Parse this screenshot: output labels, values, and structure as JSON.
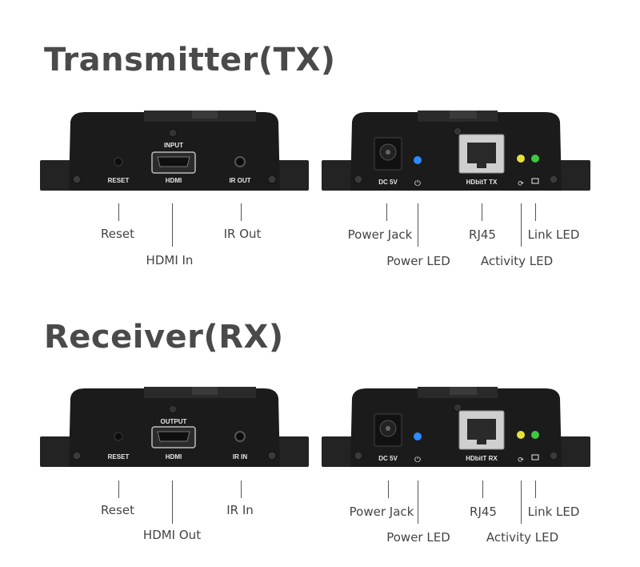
{
  "tx": {
    "title": "Transmitter(TX)",
    "front": {
      "port_top_label": "INPUT",
      "reset_label": "RESET",
      "hdmi_label": "HDMI",
      "ir_label": "IR OUT",
      "callouts": {
        "reset": "Reset",
        "hdmi": "HDMI In",
        "ir": "IR Out"
      }
    },
    "rear": {
      "dc_label": "DC 5V",
      "rj45_label": "HDbitT TX",
      "callouts": {
        "power_jack": "Power Jack",
        "power_led": "Power LED",
        "rj45": "RJ45",
        "activity_led": "Activity LED",
        "link_led": "Link LED"
      }
    }
  },
  "rx": {
    "title": "Receiver(RX)",
    "front": {
      "port_top_label": "OUTPUT",
      "reset_label": "RESET",
      "hdmi_label": "HDMI",
      "ir_label": "IR IN",
      "callouts": {
        "reset": "Reset",
        "hdmi": "HDMI Out",
        "ir": "IR In"
      }
    },
    "rear": {
      "dc_label": "DC 5V",
      "rj45_label": "HDbitT RX",
      "callouts": {
        "power_jack": "Power Jack",
        "power_led": "Power LED",
        "rj45": "RJ45",
        "activity_led": "Activity LED",
        "link_led": "Link LED"
      }
    }
  },
  "colors": {
    "title_text": "#4a4a4a",
    "device_body": "#1b1b1b",
    "power_led": "#2b8cff",
    "activity_led": "#e4e23a",
    "link_led": "#3fc83f"
  }
}
